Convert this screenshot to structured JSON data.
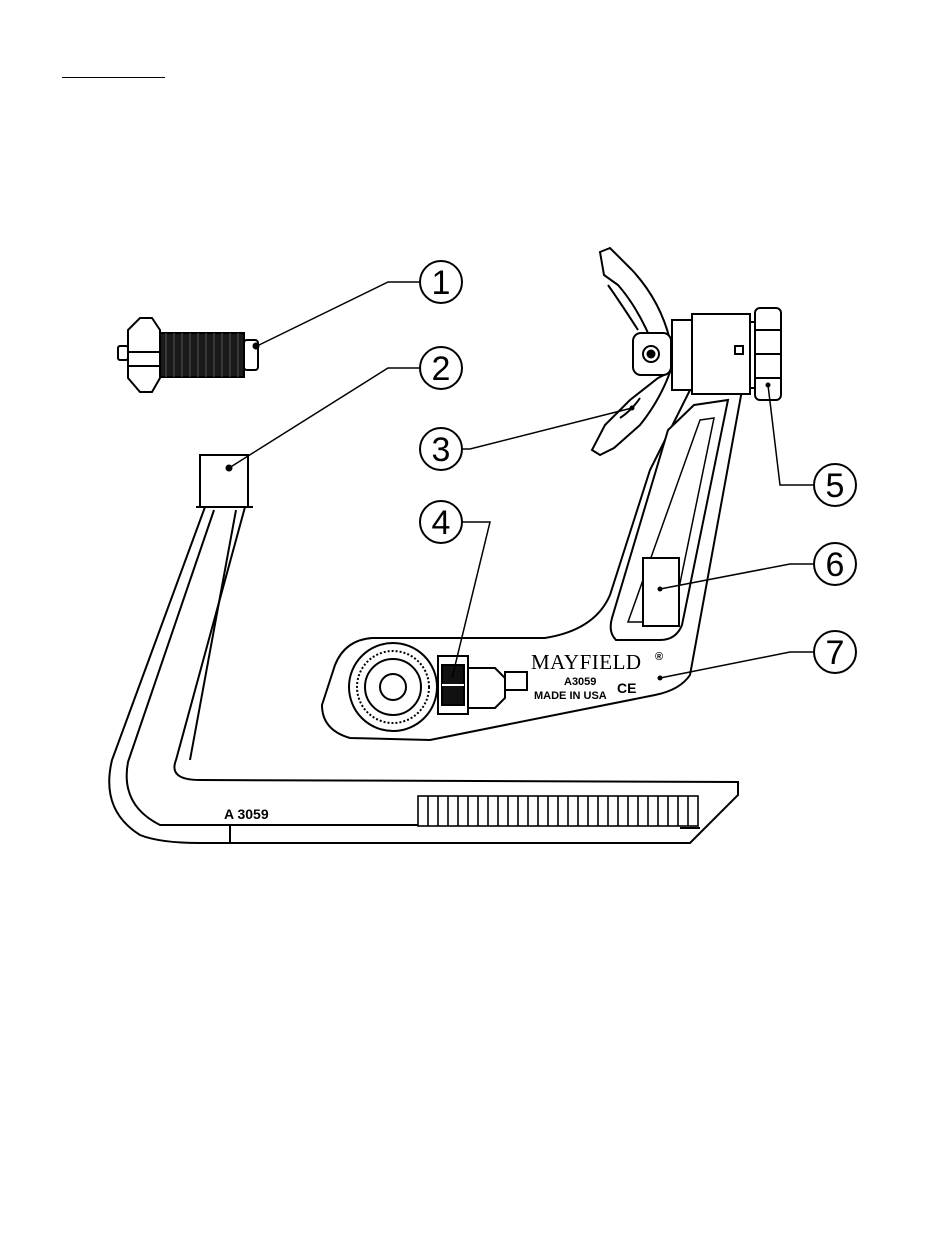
{
  "callouts": [
    {
      "label": "1"
    },
    {
      "label": "2"
    },
    {
      "label": "3"
    },
    {
      "label": "4"
    },
    {
      "label": "5"
    },
    {
      "label": "6"
    },
    {
      "label": "7"
    }
  ],
  "arm_text": {
    "brand": "MAYFIELD",
    "registered_mark": "®",
    "model": "A3059",
    "origin": "MADE IN USA",
    "ce_mark": "CE"
  },
  "base_text": {
    "model": "A 3059"
  }
}
